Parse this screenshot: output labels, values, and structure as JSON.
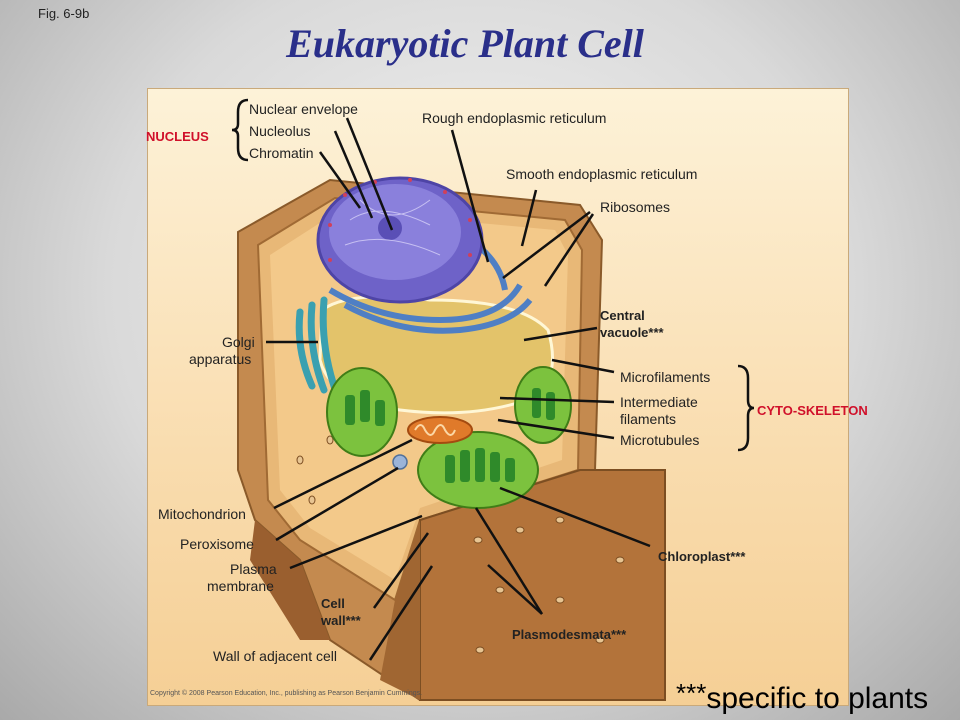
{
  "figure_number": "Fig. 6-9b",
  "title": "Eukaryotic Plant Cell",
  "labels": {
    "nuclear_envelope": "Nuclear envelope",
    "nucleolus": "Nucleolus",
    "chromatin": "Chromatin",
    "nucleus_group": "NUCLEUS",
    "rough_er": "Rough endoplasmic reticulum",
    "smooth_er": "Smooth endoplasmic reticulum",
    "ribosomes": "Ribosomes",
    "central_vacuole_1": "Central",
    "central_vacuole_2": "vacuole***",
    "golgi_1": "Golgi",
    "golgi_2": "apparatus",
    "microfilaments": "Microfilaments",
    "intermediate_1": "Intermediate",
    "intermediate_2": "filaments",
    "microtubules": "Microtubules",
    "cytoskeleton_group": "CYTO-SKELETON",
    "mitochondrion": "Mitochondrion",
    "peroxisome": "Peroxisome",
    "plasma_membrane_1": "Plasma",
    "plasma_membrane_2": "membrane",
    "cell_wall_1": "Cell",
    "cell_wall_2": "wall***",
    "wall_adjacent": "Wall of adjacent cell",
    "chloroplast": "Chloroplast***",
    "plasmodesmata": "Plasmodesmata***"
  },
  "copyright": "Copyright © 2008 Pearson Education, Inc., publishing as Pearson Benjamin Cummings.",
  "footnote": {
    "stars": "***",
    "text": "specific to plants"
  },
  "colors": {
    "title": "#2a2f8a",
    "group_label": "#d0102a",
    "nucleus": "#7b6fd0",
    "er": "#4f7fc4",
    "golgi": "#3aa0b0",
    "vacuole": "#e3c36a",
    "chloroplast": "#6fb634",
    "mitochondrion": "#e07a2a",
    "cell_wall": "#b87a3e"
  }
}
